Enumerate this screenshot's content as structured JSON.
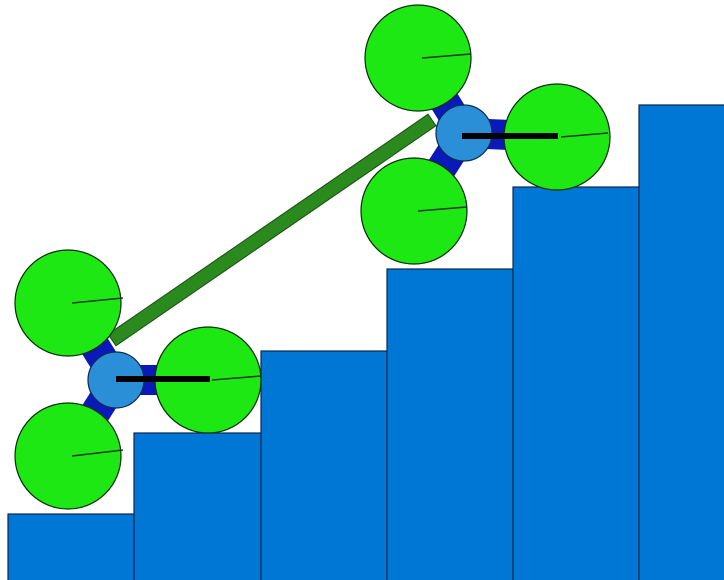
{
  "scene": {
    "colors": {
      "background": "#ffffff",
      "stair_fill": "#0077d4",
      "stair_stroke": "#0b2a52",
      "wheel_fill": "#1ee814",
      "wheel_stroke": "#0a2a0a",
      "hub_fill": "#2a8fd6",
      "connector_fill": "#0a1ab8",
      "axle_bar": "#000000",
      "link_bar": "#2a8a1e",
      "link_bar_stroke": "#1a4d12",
      "spoke": "#1a3a1a"
    },
    "staircase": {
      "step_count": 6
    },
    "assemblies": [
      {
        "name": "lower-wheel-assembly",
        "wheel_count": 3
      },
      {
        "name": "upper-wheel-assembly",
        "wheel_count": 3
      }
    ],
    "link_bar": {
      "name": "connecting-link-bar"
    }
  }
}
